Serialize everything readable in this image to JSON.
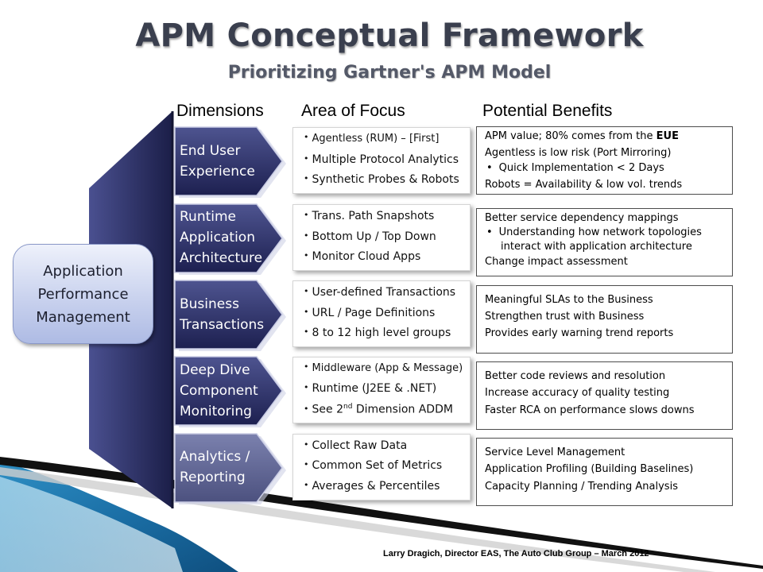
{
  "title": "APM Conceptual Framework",
  "subtitle": "Prioritizing Gartner's APM Model",
  "headers": {
    "dimensions": "Dimensions",
    "focus": "Area of Focus",
    "benefits": "Potential Benefits"
  },
  "root": "Application\nPerformance\nManagement",
  "rows": [
    {
      "dimension": "End User\nExperience",
      "focus": [
        "Agentless (RUM) – [First]",
        "Multiple Protocol Analytics",
        "Synthetic Probes & Robots"
      ],
      "benefits": [
        {
          "pre": "APM value; 80% comes from the ",
          "bold": "EUE"
        },
        {
          "text": "Agentless is low risk (Port Mirroring)"
        },
        {
          "bullet": "•",
          "text": "Quick Implementation < 2 Days"
        },
        {
          "text": "Robots = Availability & low vol. trends"
        }
      ]
    },
    {
      "dimension": "Runtime\nApplication\nArchitecture",
      "focus": [
        "Trans. Path Snapshots",
        "Bottom Up / Top Down",
        "Monitor Cloud Apps"
      ],
      "benefits": [
        {
          "text": "Better service dependency mappings"
        },
        {
          "bullet": "•",
          "text": "Understanding how network topologies"
        },
        {
          "text": "interact with application architecture",
          "indent": true
        },
        {
          "text": "Change impact assessment"
        }
      ]
    },
    {
      "dimension": "Business\nTransactions",
      "focus": [
        "User-defined Transactions",
        "URL / Page Definitions",
        "8 to 12 high level groups"
      ],
      "benefits": [
        {
          "text": "Meaningful SLAs to the Business"
        },
        {
          "text": "Strengthen trust with Business"
        },
        {
          "text": "Provides early warning trend reports"
        }
      ]
    },
    {
      "dimension": "Deep Dive\nComponent\nMonitoring",
      "focus": [
        "Middleware (App & Message)",
        "Runtime (J2EE & .NET)",
        {
          "pre": "See 2",
          "sup": "nd",
          "post": " Dimension ADDM"
        }
      ],
      "benefits": [
        {
          "text": "Better code reviews and resolution"
        },
        {
          "text": "Increase accuracy of quality testing"
        },
        {
          "text": "Faster RCA on performance slows downs"
        }
      ]
    },
    {
      "dimension": "Analytics /\nReporting",
      "focus": [
        "Collect Raw Data",
        "Common Set of Metrics",
        "Averages & Percentiles"
      ],
      "benefits": [
        {
          "text": "Service Level Management"
        },
        {
          "text": "Application Profiling (Building Baselines)"
        },
        {
          "text": "Capacity Planning / Trending Analysis"
        }
      ]
    }
  ],
  "footer": "Larry Dragich,  Director EAS, The Auto Club Group – March 2012",
  "colors": {
    "wedge": "#262a5a",
    "chevron_top": "#4a4f87",
    "chevron_bottom": "#1f2250",
    "chevron_last_top": "#7a80ab",
    "chevron_last_bottom": "#4b507f"
  }
}
